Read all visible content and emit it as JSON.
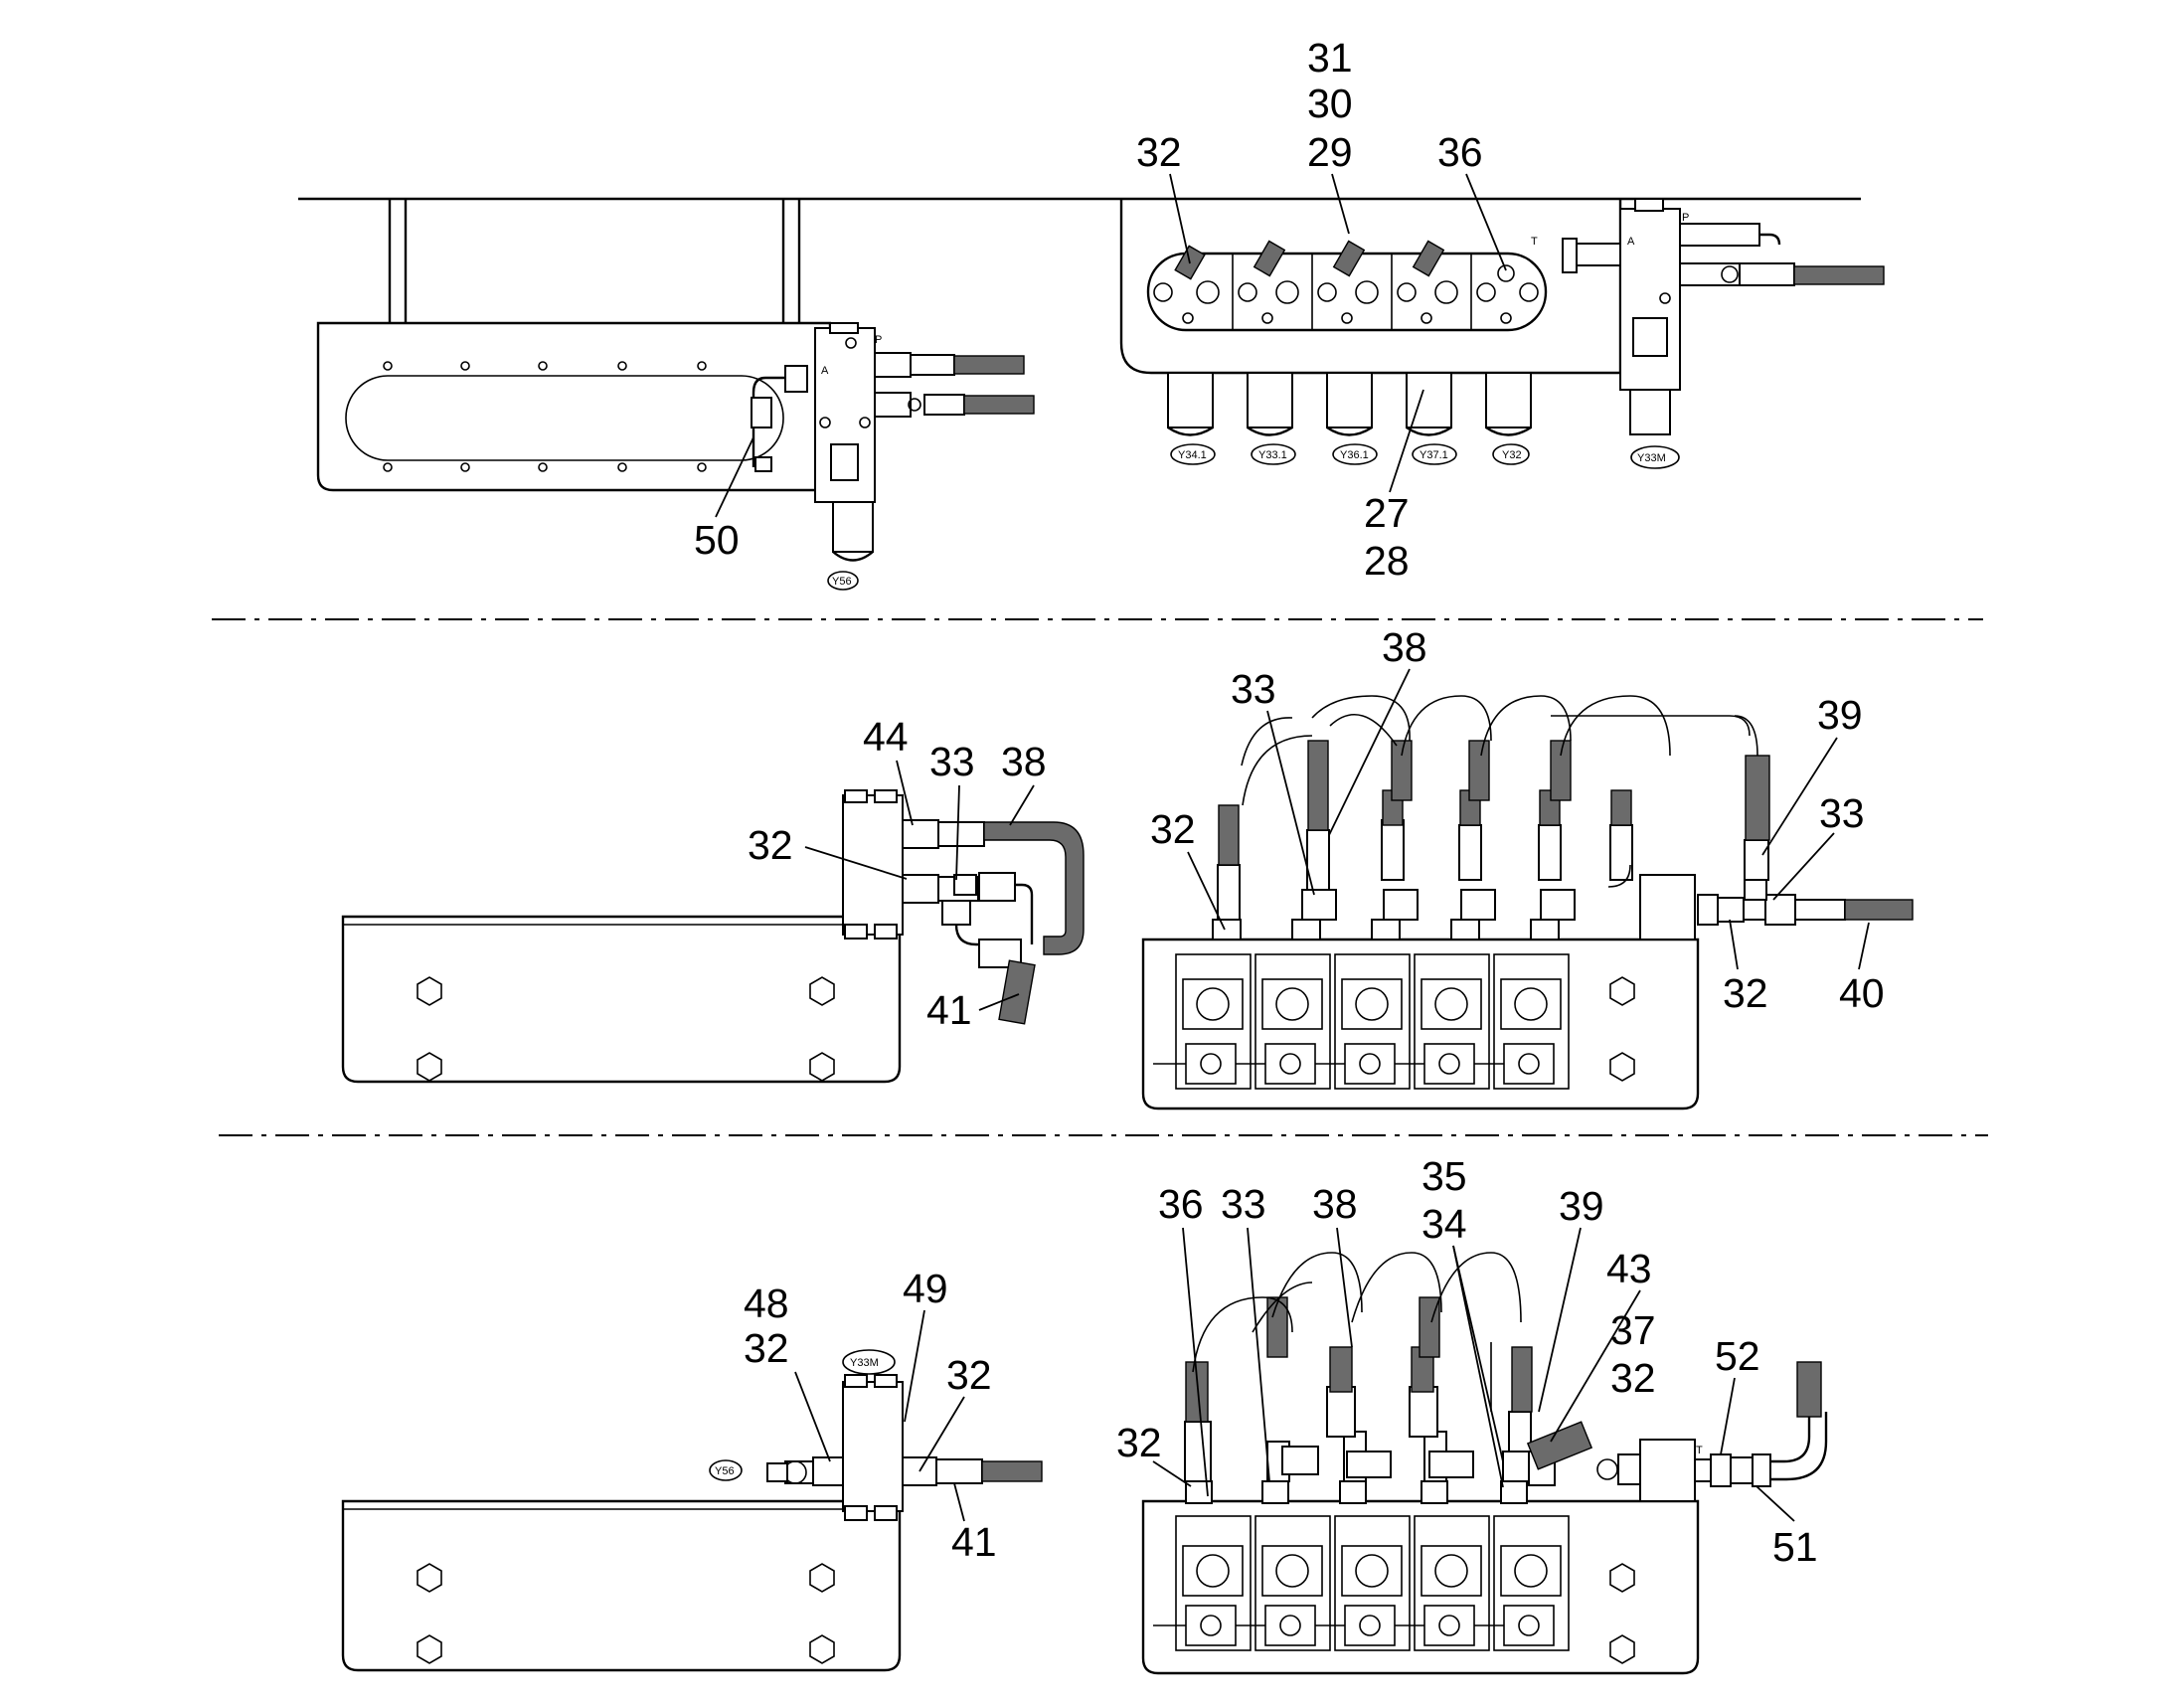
{
  "diagram": {
    "view_top": {
      "callouts": [
        "31",
        "30",
        "29",
        "32",
        "36",
        "50",
        "27",
        "28"
      ],
      "tags": [
        "Y34.1",
        "Y33.1",
        "Y36.1",
        "Y37.1",
        "Y32",
        "Y33M",
        "Y56"
      ],
      "port_letters": [
        "A",
        "P",
        "A",
        "P",
        "T"
      ]
    },
    "view_middle": {
      "callouts": [
        "44",
        "33",
        "38",
        "32",
        "41",
        "38",
        "33",
        "32",
        "39",
        "33",
        "32",
        "40"
      ]
    },
    "view_bottom": {
      "callouts": [
        "48",
        "32",
        "49",
        "32",
        "41",
        "36",
        "33",
        "38",
        "35",
        "34",
        "39",
        "43",
        "37",
        "32",
        "32",
        "52",
        "51"
      ],
      "tags": [
        "Y33M",
        "Y56"
      ],
      "port_letters": [
        "T"
      ]
    }
  }
}
